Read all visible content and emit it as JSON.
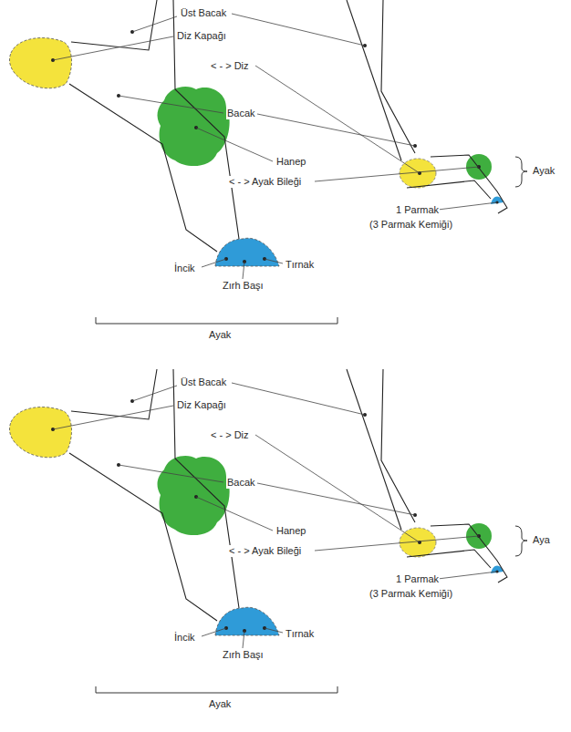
{
  "diagram": {
    "labels": [
      "Üst Bacak",
      "Diz Kapağı",
      "< - > Diz",
      "Bacak",
      "Hanep",
      "< - > Ayak Bileği",
      "Ayak",
      "1 Parmak",
      "(3 Parmak Kemiği)",
      "İncik",
      "Tırnak",
      "Zırh Başı",
      "Ayak",
      "Üst Bacak",
      "Diz Kapağı",
      "< - > Diz",
      "Bacak",
      "Hanep",
      "< - > Ayak Bileği",
      "Aya",
      "1 Parmak",
      "(3 Parmak Kemiği)",
      "İncik",
      "Tırnak",
      "Zırh Başı",
      "Ayak"
    ]
  }
}
